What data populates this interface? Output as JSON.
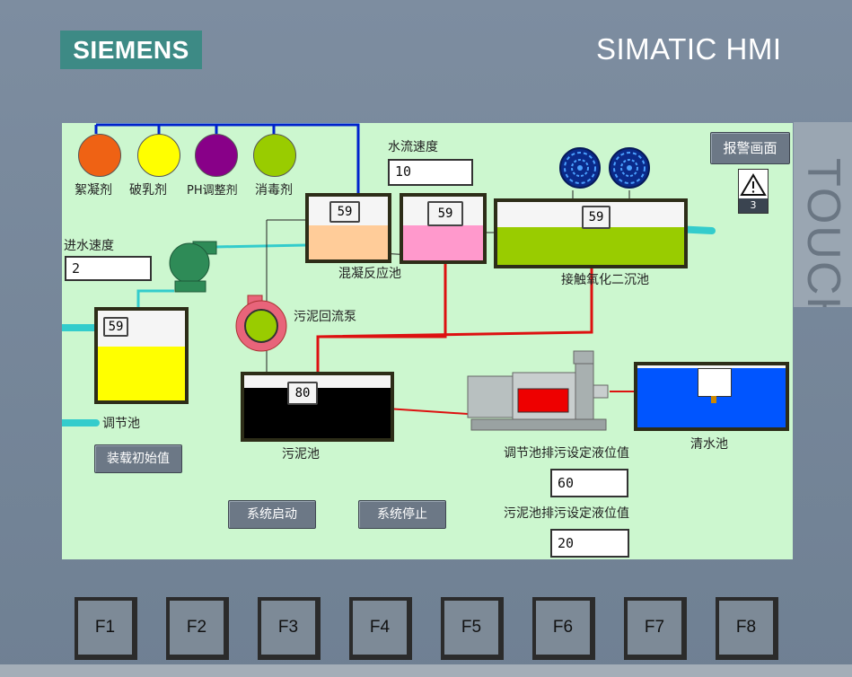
{
  "device": {
    "brand": "SIEMENS",
    "title": "SIMATIC HMI",
    "touch_label": "TOUCH",
    "function_keys": [
      "F1",
      "F2",
      "F3",
      "F4",
      "F5",
      "F6",
      "F7",
      "F8"
    ]
  },
  "chemicals": [
    {
      "label": "絮凝剂",
      "color": "#ef6214"
    },
    {
      "label": "破乳剂",
      "color": "#ffff00"
    },
    {
      "label": "PH调整剂",
      "color": "#880088"
    },
    {
      "label": "消毒剂",
      "color": "#99cc00"
    }
  ],
  "alarm": {
    "button_label": "报警画面",
    "count": "3"
  },
  "water_flow": {
    "label": "水流速度",
    "value": "10"
  },
  "inlet_speed": {
    "label": "进水速度",
    "value": "2"
  },
  "tanks": {
    "regulating": {
      "label": "调节池",
      "level": "59",
      "fill_color": "#ffff00",
      "fill_fraction": 0.6
    },
    "coagulation": {
      "label": "混凝反应池",
      "level": "59",
      "fill_color": "#ffcc99",
      "fill_fraction": 0.55
    },
    "reaction2": {
      "level": "59",
      "fill_color": "#ff99cc",
      "fill_fraction": 0.55
    },
    "contact_oxidation": {
      "label": "接触氧化二沉池",
      "level": "59",
      "fill_color": "#99cc00",
      "fill_fraction": 0.6
    },
    "sludge": {
      "label": "污泥池",
      "level": "80",
      "fill_color": "#000000",
      "fill_fraction": 0.8
    },
    "clear_water": {
      "label": "清水池",
      "fill_color": "#0055ff",
      "fill_fraction": 0.95
    }
  },
  "sludge_pump": {
    "label": "污泥回流泵"
  },
  "buttons": {
    "load_init": "装载初始值",
    "start": "系统启动",
    "stop": "系统停止"
  },
  "setpoints": {
    "regulating_label": "调节池排污设定液位值",
    "regulating_value": "60",
    "sludge_label": "污泥池排污设定液位值",
    "sludge_value": "20"
  },
  "colors": {
    "screen_bg": "#ccf7cf",
    "pipe_red": "#dd1111",
    "pipe_cyan": "#33cccc",
    "pipe_blue": "#0022cc",
    "accent": "#3d8a85"
  }
}
